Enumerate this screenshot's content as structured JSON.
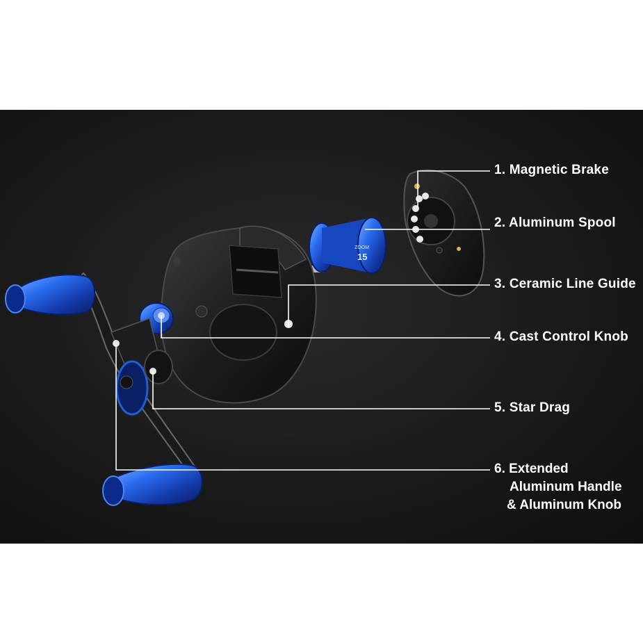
{
  "colors": {
    "background": "#ffffff",
    "panel": "#1a1a1b",
    "accent_blue": "#1f5fd6",
    "callout_line": "#ffffff"
  },
  "callouts": [
    {
      "label": "1. Magnetic Brake"
    },
    {
      "label": "2. Aluminum Spool"
    },
    {
      "label": "3. Ceramic Line Guide"
    },
    {
      "label": "4. Cast Control Knob"
    },
    {
      "label": "5. Star Drag"
    },
    {
      "lines": [
        "6. Extended",
        "Aluminum Handle",
        "& Aluminum Knob"
      ]
    }
  ],
  "spool_marking": {
    "size": "15",
    "brand": "ZOOM"
  }
}
